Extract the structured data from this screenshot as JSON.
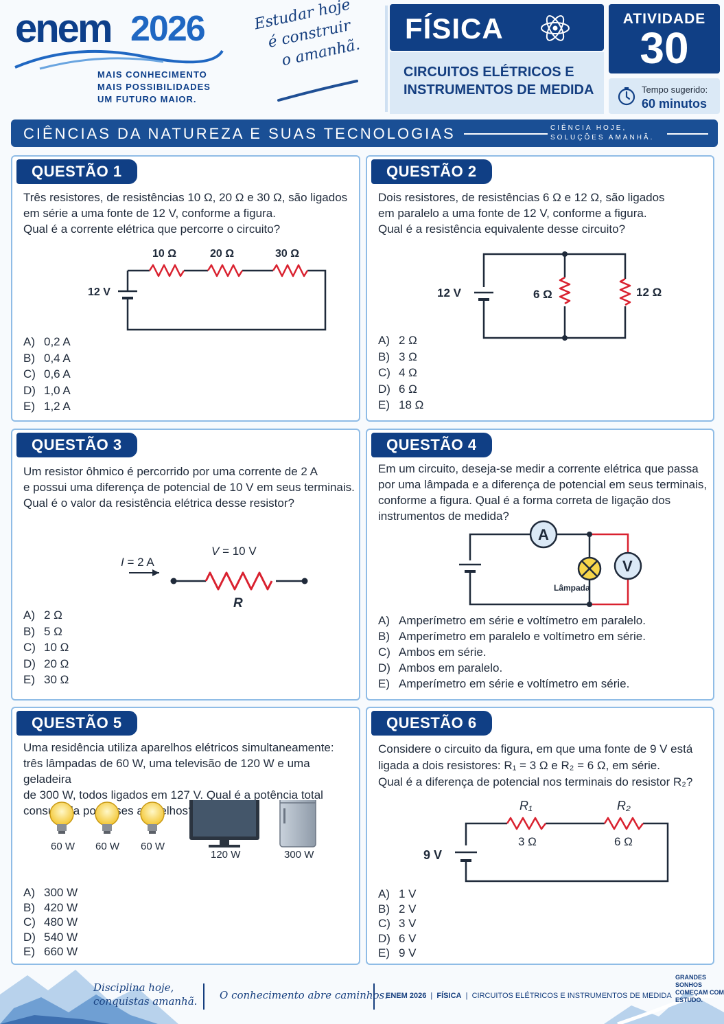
{
  "header": {
    "logo_word": "enem",
    "logo_year": "2026",
    "tagline": [
      "MAIS CONHECIMENTO",
      "MAIS POSSIBILIDADES",
      "UM FUTURO MAIOR."
    ],
    "slogan": [
      "Estudar hoje",
      "é construir",
      "o amanhã."
    ],
    "subject": "FÍSICA",
    "subject_icon": "atom-icon",
    "topic": [
      "CIRCUITOS ELÉTRICOS E",
      "INSTRUMENTOS DE MEDIDA"
    ],
    "activity_label": "ATIVIDADE",
    "activity_number": "30",
    "time_label": "Tempo sugerido:",
    "time_value": "60 minutos"
  },
  "banner": {
    "area": "CIÊNCIAS DA NATUREZA E SUAS TECNOLOGIAS",
    "motto": [
      "CIÊNCIA HOJE,",
      "SOLUÇÕES AMANHÃ."
    ]
  },
  "questions": [
    {
      "title": "QUESTÃO 1",
      "text": [
        "Três resistores, de resistências 10 Ω, 20 Ω e 30 Ω, são ligados",
        "em série a uma fonte de 12 V, conforme a figura.",
        "Qual é a corrente elétrica que percorre o circuito?"
      ],
      "figure": {
        "source": "12 V",
        "r1": "10 Ω",
        "r2": "20 Ω",
        "r3": "30 Ω"
      },
      "options": [
        {
          "letter": "A)",
          "text": "0,2 A"
        },
        {
          "letter": "B)",
          "text": "0,4 A"
        },
        {
          "letter": "C)",
          "text": "0,6 A"
        },
        {
          "letter": "D)",
          "text": "1,0 A"
        },
        {
          "letter": "E)",
          "text": "1,2 A"
        }
      ]
    },
    {
      "title": "QUESTÃO 2",
      "text": [
        "Dois resistores, de resistências 6 Ω e 12 Ω, são ligados",
        "em paralelo a uma fonte de 12 V, conforme a figura.",
        "Qual é a resistência equivalente desse circuito?"
      ],
      "figure": {
        "source": "12 V",
        "r1": "6 Ω",
        "r2": "12 Ω"
      },
      "options": [
        {
          "letter": "A)",
          "text": "2 Ω"
        },
        {
          "letter": "B)",
          "text": "3 Ω"
        },
        {
          "letter": "C)",
          "text": "4 Ω"
        },
        {
          "letter": "D)",
          "text": "6 Ω"
        },
        {
          "letter": "E)",
          "text": "18 Ω"
        }
      ]
    },
    {
      "title": "QUESTÃO 3",
      "text": [
        "Um resistor ôhmico é percorrido por uma corrente de 2 A",
        "e possui uma diferença de potencial de 10 V em seus terminais.",
        "Qual é o valor da resistência elétrica desse resistor?"
      ],
      "figure": {
        "current_symbol": "I",
        "current_value": " = 2 A",
        "voltage_symbol": "V",
        "voltage_value": " = 10 V",
        "resistor": "R"
      },
      "options": [
        {
          "letter": "A)",
          "text": "2 Ω"
        },
        {
          "letter": "B)",
          "text": "5 Ω"
        },
        {
          "letter": "C)",
          "text": "10 Ω"
        },
        {
          "letter": "D)",
          "text": "20 Ω"
        },
        {
          "letter": "E)",
          "text": "30 Ω"
        }
      ]
    },
    {
      "title": "QUESTÃO 4",
      "text": [
        "Em um circuito, deseja-se medir a corrente elétrica que passa",
        "por uma lâmpada e a diferença de potencial em seus terminais,",
        "conforme a figura. Qual é a forma correta de ligação dos",
        "instrumentos de medida?"
      ],
      "figure": {
        "ammeter": "A",
        "voltmeter": "V",
        "lamp": "Lâmpada"
      },
      "options": [
        {
          "letter": "A)",
          "text": "Amperímetro em série e voltímetro em paralelo."
        },
        {
          "letter": "B)",
          "text": "Amperímetro em paralelo e voltímetro em série."
        },
        {
          "letter": "C)",
          "text": "Ambos em série."
        },
        {
          "letter": "D)",
          "text": "Ambos em paralelo."
        },
        {
          "letter": "E)",
          "text": "Amperímetro em série e voltímetro em série."
        }
      ]
    },
    {
      "title": "QUESTÃO 5",
      "text": [
        "Uma residência utiliza aparelhos elétricos simultaneamente:",
        "três lâmpadas de 60 W, uma televisão de 120 W e uma geladeira",
        "de 300 W, todos ligados em 127 V. Qual é a potência total",
        "consumida por esses aparelhos?"
      ],
      "figure": {
        "bulb1": "60 W",
        "bulb2": "60 W",
        "bulb3": "60 W",
        "tv": "120 W",
        "fridge": "300 W"
      },
      "options": [
        {
          "letter": "A)",
          "text": "300 W"
        },
        {
          "letter": "B)",
          "text": "420 W"
        },
        {
          "letter": "C)",
          "text": "480 W"
        },
        {
          "letter": "D)",
          "text": "540 W"
        },
        {
          "letter": "E)",
          "text": "660 W"
        }
      ]
    },
    {
      "title": "QUESTÃO 6",
      "text": [
        "Considere o circuito da figura, em que uma fonte de 9 V está",
        "ligada a dois resistores: R₁ = 3 Ω e R₂ = 6 Ω, em série.",
        "Qual é a diferença de potencial nos terminais do resistor R₂?"
      ],
      "figure": {
        "source": "9 V",
        "r1_name": "R₁",
        "r1_value": "3 Ω",
        "r2_name": "R₂",
        "r2_value": "6 Ω"
      },
      "options": [
        {
          "letter": "A)",
          "text": "1 V"
        },
        {
          "letter": "B)",
          "text": "2 V"
        },
        {
          "letter": "C)",
          "text": "3 V"
        },
        {
          "letter": "D)",
          "text": "6 V"
        },
        {
          "letter": "E)",
          "text": "9 V"
        }
      ]
    }
  ],
  "footer": {
    "slogan1": [
      "Disciplina hoje,",
      "conquistas amanhã."
    ],
    "slogan2": "O conhecimento abre caminhos.",
    "exam": "ENEM 2026",
    "subject": "FÍSICA",
    "topic": "CIRCUITOS ELÉTRICOS E INSTRUMENTOS DE MEDIDA",
    "corner": [
      "GRANDES",
      "SONHOS",
      "COMEÇAM COM",
      "ESTUDO."
    ]
  },
  "colors": {
    "primary": "#103f85",
    "accent": "#1f67c2",
    "card_border": "#8fbce6",
    "resistor": "#d9212f"
  }
}
